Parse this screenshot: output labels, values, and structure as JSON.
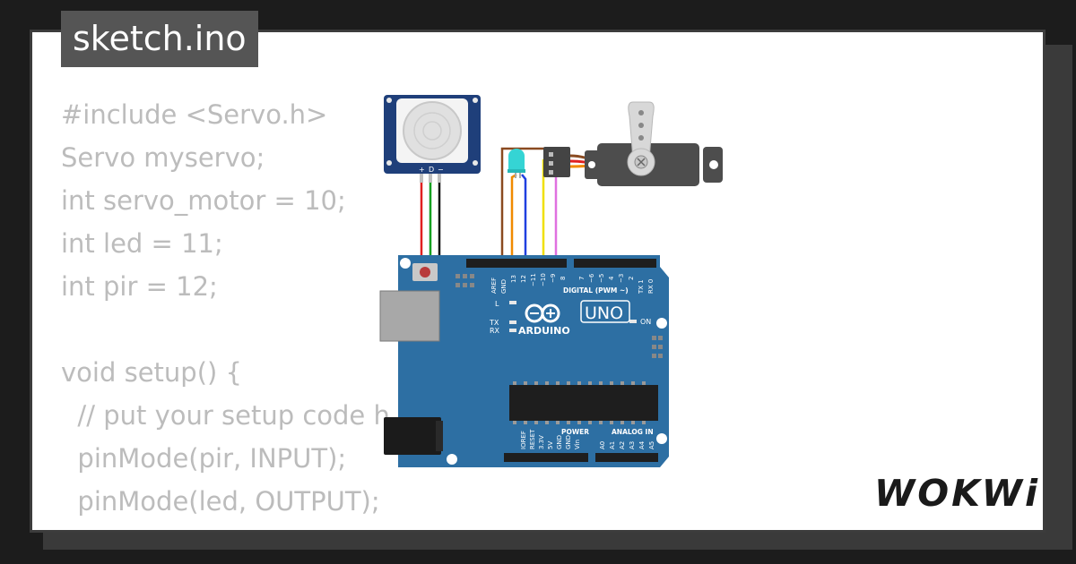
{
  "window": {
    "title": "sketch.ino"
  },
  "code": {
    "lines": [
      "#include <Servo.h>",
      "Servo myservo;",
      "int servo_motor = 10;",
      "int led = 11;",
      "int pir = 12;",
      "",
      "void setup() {",
      "  // put your setup code h",
      "  pinMode(pir, INPUT);",
      "  pinMode(led, OUTPUT);"
    ]
  },
  "pir_sensor": {
    "pins": [
      "+",
      "D",
      "−"
    ]
  },
  "arduino": {
    "model": "UNO",
    "brand": "ARDUINO",
    "digital_label": "DIGITAL (PWM ~)",
    "power_label": "POWER",
    "analog_label": "ANALOG IN",
    "on_label": "ON",
    "led_labels": [
      "L",
      "TX",
      "RX"
    ],
    "top_pin_labels": [
      "AREF",
      "GND",
      "13",
      "12",
      "~11",
      "~10",
      "~9",
      "8",
      "7",
      "~6",
      "~5",
      "4",
      "~3",
      "2",
      "TX 1",
      "RX 0"
    ],
    "power_pin_labels": [
      "IOREF",
      "RESET",
      "3.3V",
      "5V",
      "GND",
      "GND",
      "Vin"
    ],
    "analog_pin_labels": [
      "A0",
      "A1",
      "A2",
      "A3",
      "A4",
      "A5"
    ]
  },
  "colors": {
    "board": "#2d6fa3",
    "wire_red": "#e02020",
    "wire_green": "#10a020",
    "wire_black": "#111111",
    "wire_brown": "#8a4a20",
    "wire_orange": "#f08a00",
    "wire_blue": "#2040e0",
    "wire_yellow": "#f0e000",
    "wire_violet": "#e070e0",
    "led": "#35d4d4"
  },
  "brand": {
    "logo_text": "WOKWi"
  }
}
